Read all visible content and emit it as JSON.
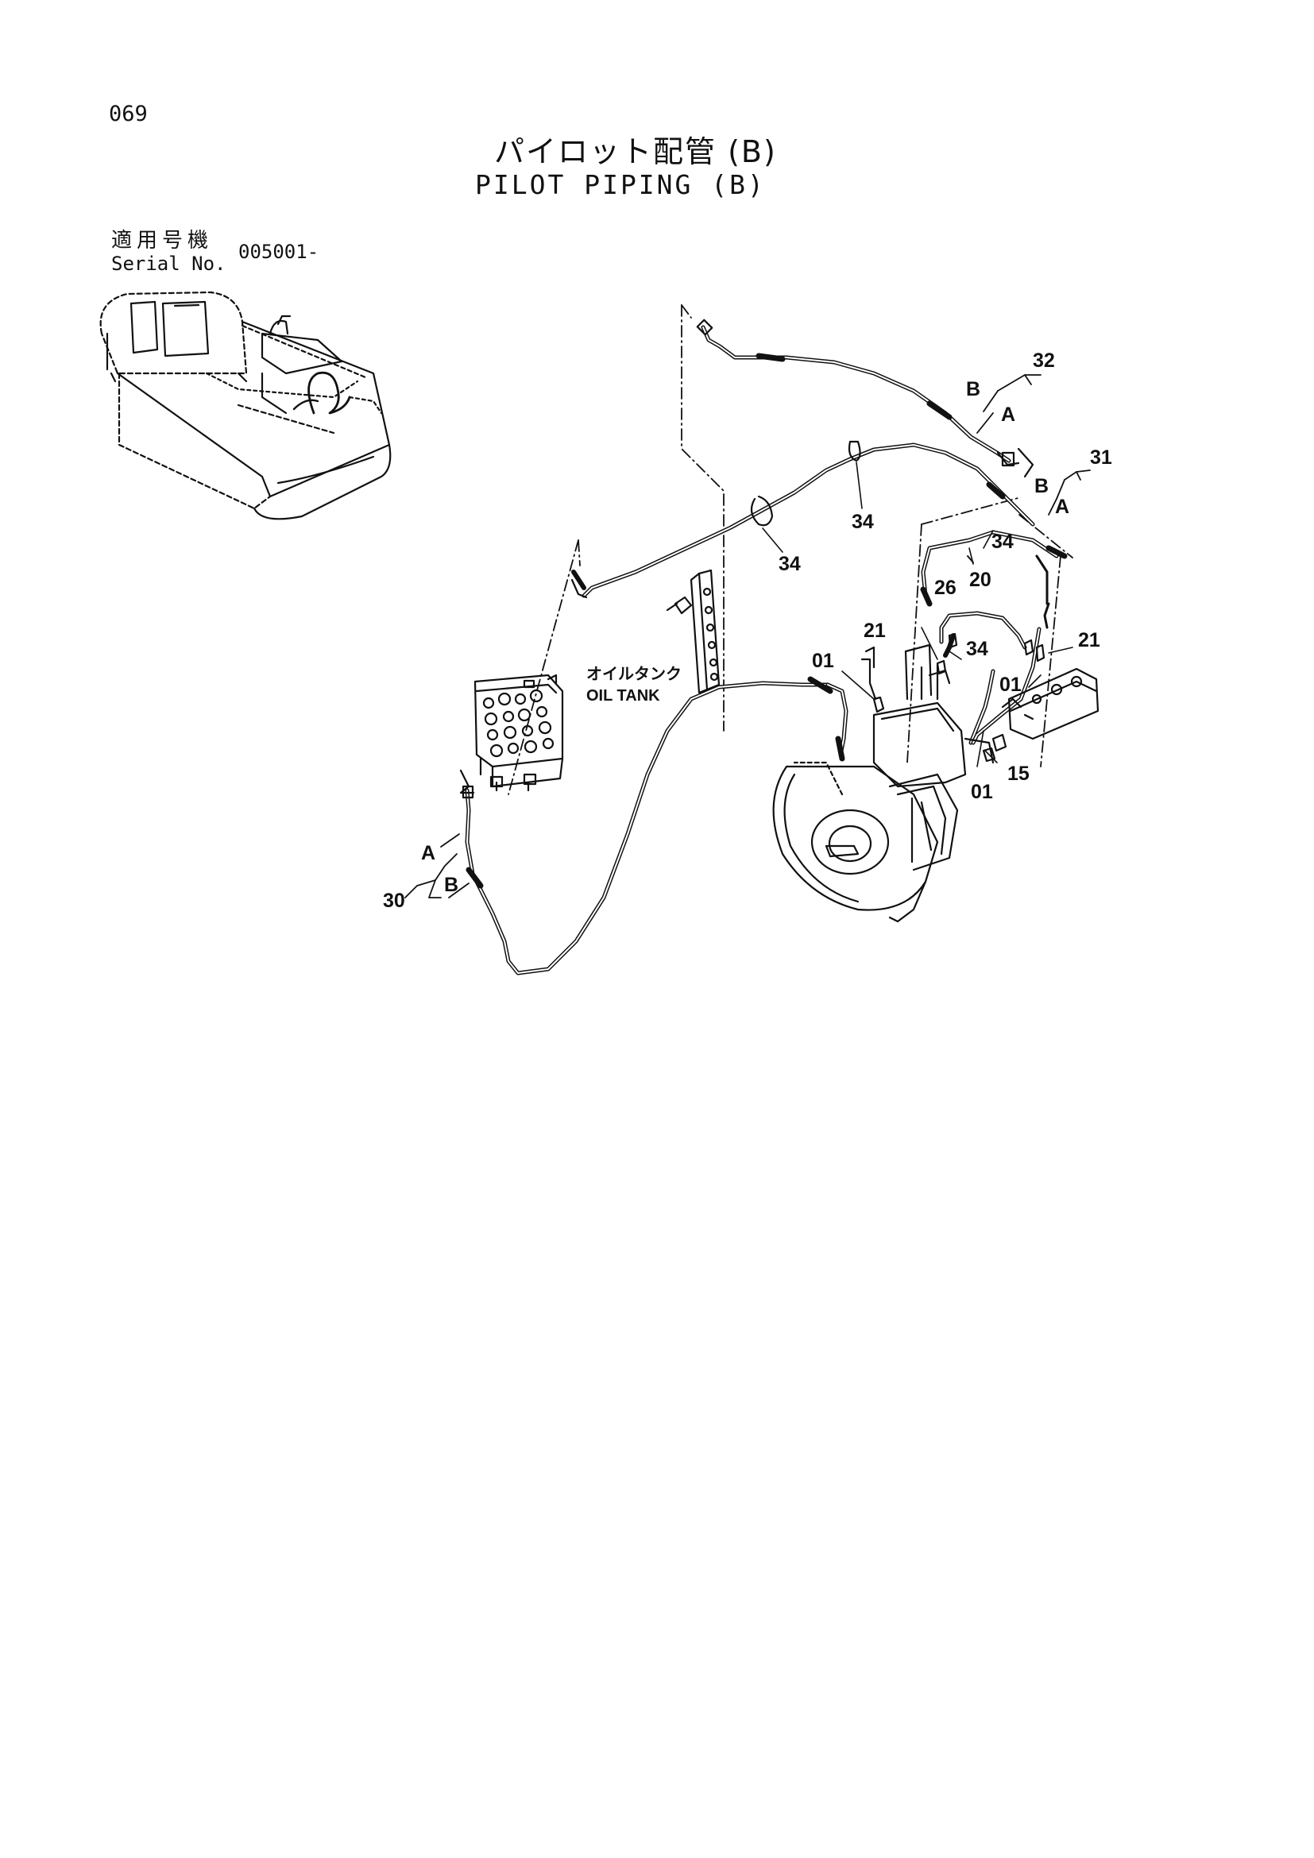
{
  "page": {
    "number": "069",
    "title_jp": "パイロット配管 (B)",
    "title_en": "PILOT PIPING (B)"
  },
  "serial": {
    "label_jp": "適用号機",
    "label_en": "Serial No.",
    "value": "005001-"
  },
  "callouts": {
    "c32": "32",
    "c32_b": "B",
    "c32_a": "A",
    "c31": "31",
    "c31_b": "B",
    "c31_a": "A",
    "c34_top": "34",
    "c34_left": "34",
    "c34_mid": "34",
    "c34_right": "34",
    "c20": "20",
    "c26": "26",
    "c21_left": "21",
    "c21_right": "21",
    "c01_left": "01",
    "c01_right": "01",
    "c01_bottom": "01",
    "c15": "15",
    "c30": "30",
    "c30_a": "A",
    "c30_b": "B"
  },
  "oil_tank": {
    "label_jp": "オイルタンク",
    "label_en": "OIL TANK"
  }
}
